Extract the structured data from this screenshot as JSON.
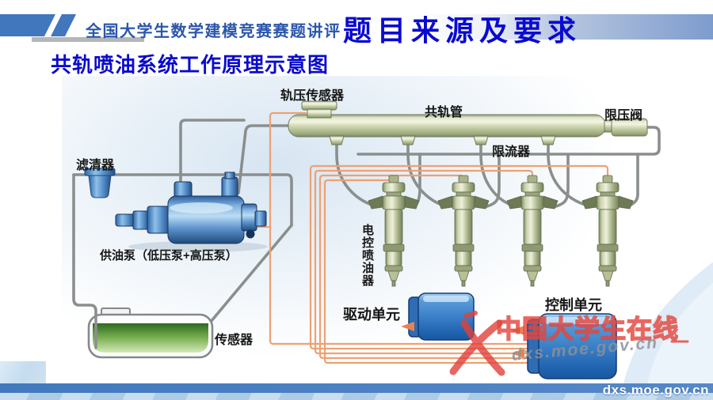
{
  "header": {
    "course_title": "全国大学生数学建模竞赛赛题讲评",
    "page_title": "题目来源及要求"
  },
  "subtitle": "共轨喷油系统工作原理示意图",
  "diagram": {
    "labels": {
      "rail_pressure_sensor": "轨压传感器",
      "common_rail": "共轨管",
      "pressure_limit_valve": "限压阀",
      "flow_limiter": "限流器",
      "filter": "滤清器",
      "supply_pump": "供油泵（低压泵+高压泵）",
      "injector": "电控喷油器",
      "drive_unit": "驱动单元",
      "control_unit": "控制单元",
      "tank_sensor": "传感器"
    },
    "colors": {
      "pipe_gray": "#8a8f8d",
      "wire_orange": "#eda173",
      "rail_green": "#c6cfa6",
      "pump_blue": "#4a86c8",
      "unit_box_blue": "#3b80c8",
      "label_black": "#161616"
    }
  },
  "watermark": {
    "site_name": "中国大学生在线",
    "site_url": "dxs.moe.gov.cn"
  },
  "footer": {
    "url": "dxs.moe.gov.cn",
    "band_color": "#4a80c2"
  },
  "title_colors": {
    "page_title_blue": "#0a0ad0",
    "course_title_blue": "#2a56ac"
  }
}
